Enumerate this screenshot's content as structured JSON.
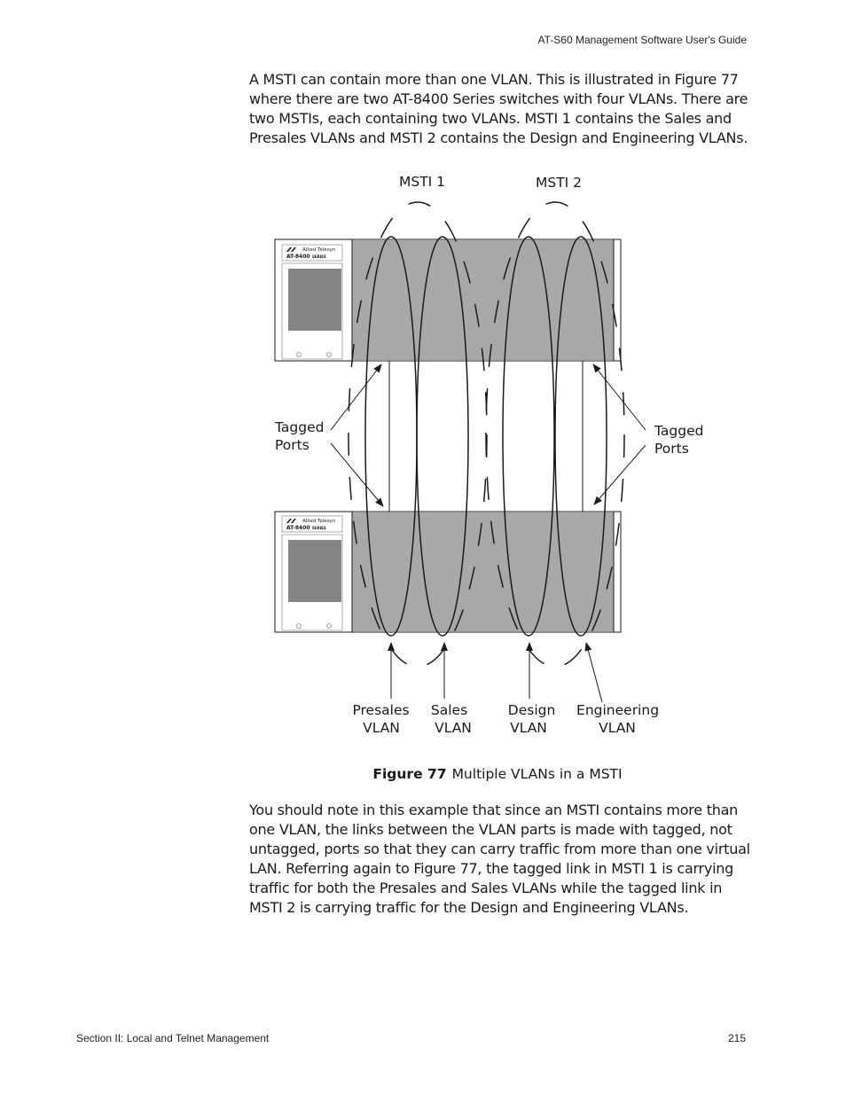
{
  "header": {
    "guide_title": "AT-S60 Management Software User's Guide"
  },
  "intro_paragraph": {
    "lines": [
      "A MSTI can contain more than one VLAN. This is illustrated in Figure 77",
      "where there are two AT-8400 Series switches with four VLANs. There are",
      "two MSTIs, each containing two VLANs. MSTI 1 contains the Sales and",
      "Presales VLANs and MSTI 2 contains the Design and Engineering VLANs."
    ]
  },
  "figure": {
    "msti_labels": {
      "msti1": "MSTI 1",
      "msti2": "MSTI 2"
    },
    "switch": {
      "brand": "Allied Telesyn",
      "model": "AT-8400",
      "series": "SERIES"
    },
    "tagged_ports_left": {
      "line1": "Tagged",
      "line2": "Ports"
    },
    "tagged_ports_right": {
      "line1": "Tagged",
      "line2": "Ports"
    },
    "vlans": [
      {
        "line1": "Presales",
        "line2": "VLAN"
      },
      {
        "line1": "Sales",
        "line2": "VLAN"
      },
      {
        "line1": "Design",
        "line2": "VLAN"
      },
      {
        "line1": "Engineering",
        "line2": "VLAN"
      }
    ],
    "colors": {
      "chassis_gray": "#a8a8a8",
      "screen_gray": "#858585",
      "stroke": "#1a1a1a"
    }
  },
  "caption": {
    "number": "Figure 77",
    "text": "Multiple VLANs in a MSTI"
  },
  "body_paragraph": {
    "lines": [
      "You should note in this example that since an MSTI contains more than",
      "one VLAN, the links between the VLAN parts is made with tagged, not",
      "untagged, ports so that they can carry traffic from more than one virtual",
      "LAN. Referring again to Figure 77, the tagged link in MSTI 1 is carrying",
      "traffic for both the Presales and Sales VLANs while the tagged link in",
      "MSTI 2 is carrying traffic for the Design and Engineering VLANs."
    ]
  },
  "footer": {
    "section": "Section II: Local and Telnet Management",
    "page_number": "215"
  }
}
